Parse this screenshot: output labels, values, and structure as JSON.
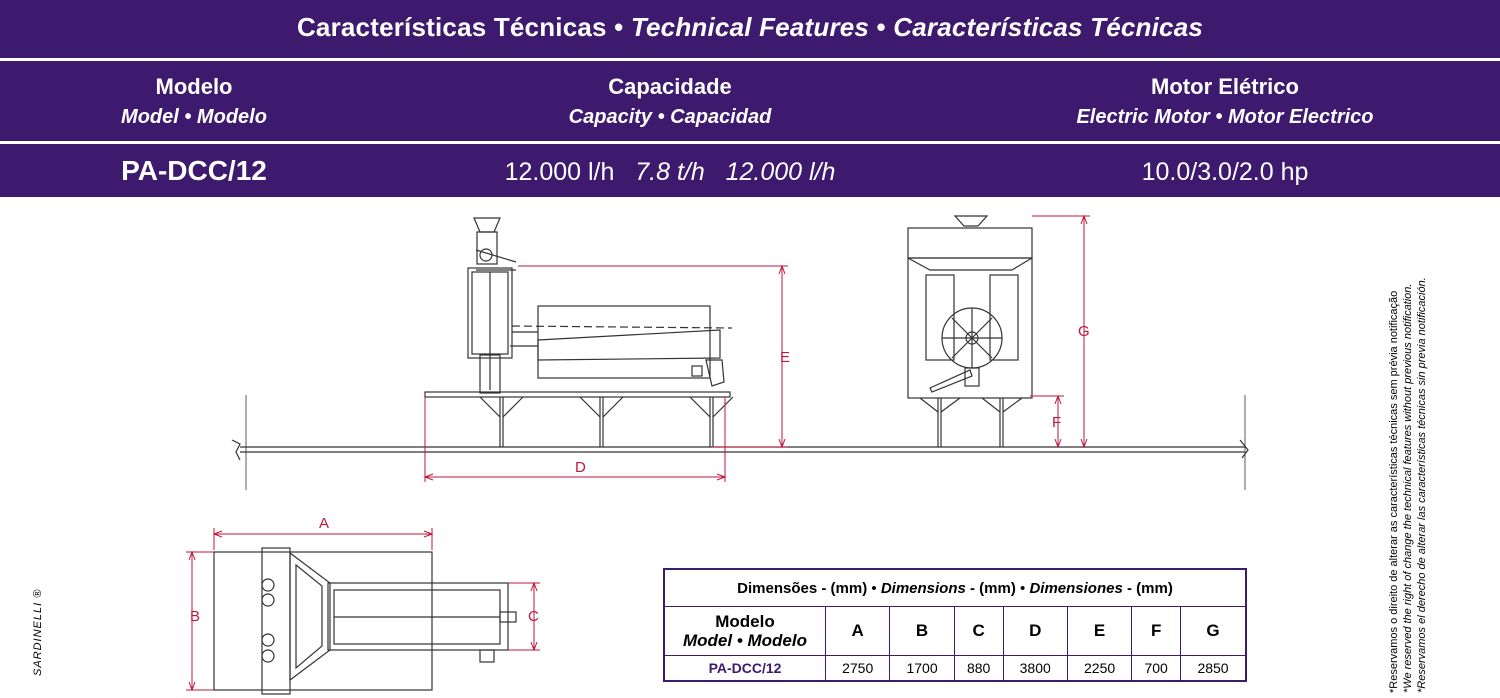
{
  "title": {
    "pt": "Características Técnicas",
    "sep": "•",
    "en": "Technical Features",
    "es": "Características Técnicas"
  },
  "headers": {
    "model": {
      "main": "Modelo",
      "sub": "Model • Modelo"
    },
    "capacity": {
      "main": "Capacidade",
      "sub": "Capacity • Capacidad"
    },
    "motor": {
      "main": "Motor Elétrico",
      "sub": "Electric Motor • Motor Electrico"
    }
  },
  "values": {
    "model": "PA-DCC/12",
    "capacity_lh": "12.000 l/h",
    "capacity_th": "7.8 t/h",
    "capacity_lh2": "12.000 l/h",
    "motor": "10.0/3.0/2.0 hp"
  },
  "dimension_labels": {
    "a": "A",
    "b": "B",
    "c": "C",
    "d": "D",
    "e": "E",
    "f": "F",
    "g": "G"
  },
  "dimensions_table": {
    "caption_main": "Dimensões",
    "caption_unit": "- (mm)",
    "caption_en": "Dimensions",
    "caption_es": "Dimensiones",
    "model_header_main": "Modelo",
    "model_header_sub": "Model • Modelo",
    "columns": [
      "A",
      "B",
      "C",
      "D",
      "E",
      "F",
      "G"
    ],
    "rows": [
      {
        "model": "PA-DCC/12",
        "values": [
          "2750",
          "1700",
          "880",
          "3800",
          "2250",
          "700",
          "2850"
        ]
      }
    ]
  },
  "notes": {
    "pt": "*Reservamos o direito de alterar as características técnicas sem prévia notificação",
    "en": "*We reserved the right of change the technical features without previous notification.",
    "es": "*Reservamos el derecho de alterar las características técnicas sin previa notificación."
  },
  "signature": "SARDINELLI ®",
  "colors": {
    "band": "#3d1a6e",
    "dimension": "#c0163c",
    "drawing": "#333333"
  }
}
